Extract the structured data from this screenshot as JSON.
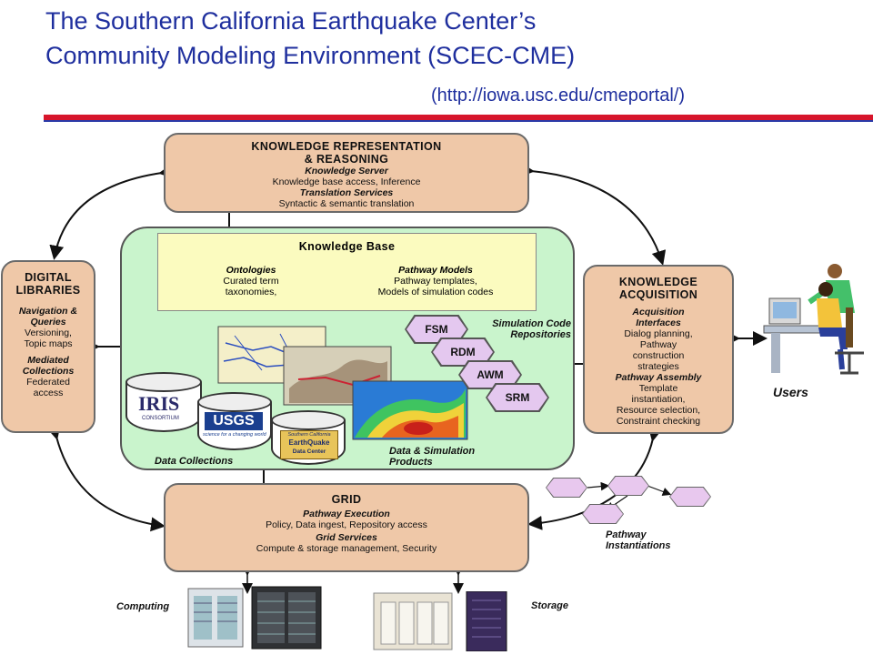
{
  "title": {
    "line1": "The Southern California Earthquake Center’s",
    "line2": "Community Modeling Environment (SCEC-CME)",
    "url": "(http://iowa.usc.edu/cmeportal/)"
  },
  "krr": {
    "header1": "KNOWLEDGE REPRESENTATION",
    "header2": "& REASONING",
    "sub1": "Knowledge Server",
    "txt1": "Knowledge base access, Inference",
    "sub2": "Translation Services",
    "txt2": "Syntactic & semantic translation"
  },
  "kb": {
    "header": "Knowledge Base",
    "ont_title": "Ontologies",
    "ont_l1": "Curated term",
    "ont_l2": "taxonomies,",
    "pm_title": "Pathway Models",
    "pm_l1": "Pathway templates,",
    "pm_l2": "Models of simulation codes"
  },
  "dl": {
    "header1": "DIGITAL",
    "header2": "LIBRARIES",
    "sub1a": "Navigation &",
    "sub1b": "Queries",
    "txt1a": "Versioning,",
    "txt1b": "Topic maps",
    "sub2a": "Mediated",
    "sub2b": "Collections",
    "txt2a": "Federated",
    "txt2b": "access"
  },
  "ka": {
    "header1": "KNOWLEDGE",
    "header2": "ACQUISITION",
    "sub1a": "Acquisition",
    "sub1b": "Interfaces",
    "txt1a": "Dialog planning,",
    "txt1b": "Pathway",
    "txt1c": "construction",
    "txt1d": "strategies",
    "sub2": "Pathway Assembly",
    "txt2a": "Template",
    "txt2b": "instantiation,",
    "txt2c": "Resource selection,",
    "txt2d": "Constraint checking"
  },
  "grid": {
    "header": "GRID",
    "sub1": "Pathway Execution",
    "txt1": "Policy, Data ingest, Repository access",
    "sub2": "Grid Services",
    "txt2": "Compute & storage management, Security"
  },
  "sim": {
    "label1": "Simulation Code",
    "label2": "Repositories",
    "codes": [
      "FSM",
      "RDM",
      "AWM",
      "SRM"
    ]
  },
  "logos": {
    "iris": "IRIS",
    "iris_sub": "CONSORTIUM",
    "usgs": "USGS",
    "usgs_sub": "science for a changing world",
    "scedc1": "Southern California",
    "scedc2": "EarthQuake",
    "scedc3": "Data Center"
  },
  "labels": {
    "data_collections": "Data Collections",
    "products1": "Data & Simulation",
    "products2": "Products",
    "users": "Users",
    "pathway1": "Pathway",
    "pathway2": "Instantiations",
    "computing": "Computing",
    "storage": "Storage"
  }
}
